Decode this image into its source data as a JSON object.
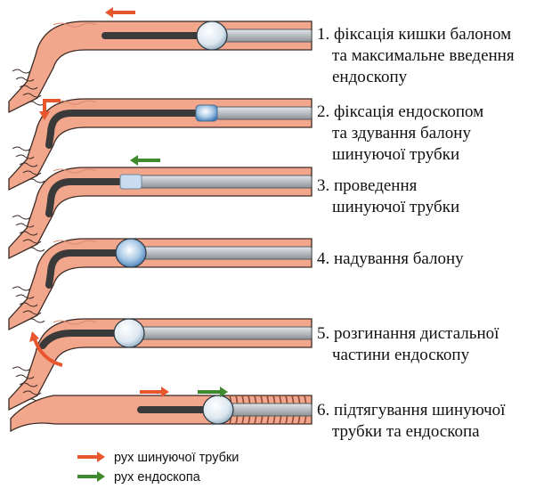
{
  "colors": {
    "intestine": "#F2A68C",
    "intestine_outline": "#3C2A24",
    "endoscope": "#3A3A3A",
    "overtube": "#B9BDC1",
    "balloon": "#DCE7F0",
    "arrow_overtube": "#E8562E",
    "arrow_endoscope": "#3E8A2E"
  },
  "steps": [
    {
      "lines": [
        "1. фіксація кишки балоном",
        "та максимальне введення",
        "ендоскопу"
      ],
      "balloon": "inflated",
      "arrows": [
        "overtube-left"
      ]
    },
    {
      "lines": [
        "2. фіксація ендоскопом",
        "та здування балону",
        "шинуючої трубки"
      ],
      "balloon": "deflating",
      "arrows": [
        "tip-bend"
      ]
    },
    {
      "lines": [
        "3. проведення",
        "шинуючої трубки"
      ],
      "balloon": "deflated",
      "arrows": [
        "endoscope-left"
      ]
    },
    {
      "lines": [
        "4. надування балону"
      ],
      "balloon": "inflating",
      "arrows": []
    },
    {
      "lines": [
        "5. розгинання дистальної",
        "частини ендоскопу"
      ],
      "balloon": "inflated",
      "arrows": [
        "tip-straighten"
      ]
    },
    {
      "lines": [
        "6. підтягування шинуючої",
        "трубки та ендоскопа"
      ],
      "balloon": "inflated",
      "arrows": [
        "overtube-right",
        "endoscope-right"
      ]
    }
  ],
  "legend": [
    {
      "label": "рух шинуючої трубки",
      "color": "#E8562E",
      "icon": "arrow-right-icon"
    },
    {
      "label": "рух ендоскопа",
      "color": "#3E8A2E",
      "icon": "arrow-right-icon"
    }
  ]
}
